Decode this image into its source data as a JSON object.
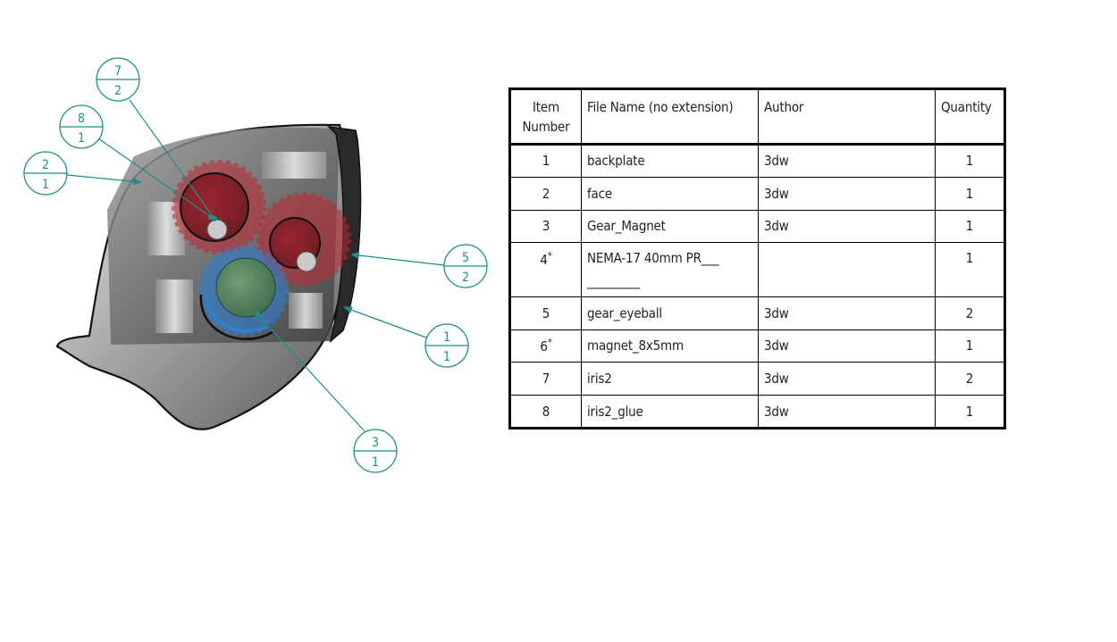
{
  "table": {
    "headers": {
      "item": "Item Number",
      "file_name": "File Name (no extension)",
      "author": "Author",
      "quantity": "Quantity"
    },
    "rows": [
      {
        "item": "1",
        "file_name": "backplate",
        "author": "3dw",
        "quantity": "1"
      },
      {
        "item": "2",
        "file_name": "face",
        "author": "3dw",
        "quantity": "1"
      },
      {
        "item": "3",
        "file_name": "Gear_Magnet",
        "author": "3dw",
        "quantity": "1"
      },
      {
        "item": "4",
        "item_mark": "*",
        "file_name": "NEMA-17 40mm PR___ _________",
        "author": "",
        "quantity": "1"
      },
      {
        "item": "5",
        "file_name": "gear_eyeball",
        "author": "3dw",
        "quantity": "2"
      },
      {
        "item": "6",
        "item_mark": "*",
        "file_name": "magnet_8x5mm",
        "author": "3dw",
        "quantity": "1"
      },
      {
        "item": "7",
        "file_name": "iris2",
        "author": "3dw",
        "quantity": "2"
      },
      {
        "item": "8",
        "file_name": "iris2_glue",
        "author": "3dw",
        "quantity": "1"
      }
    ]
  },
  "balloons": [
    {
      "item": "7",
      "qty": "2"
    },
    {
      "item": "8",
      "qty": "1"
    },
    {
      "item": "2",
      "qty": "1"
    },
    {
      "item": "5",
      "qty": "2"
    },
    {
      "item": "1",
      "qty": "1"
    },
    {
      "item": "3",
      "qty": "1"
    }
  ],
  "colors": {
    "balloon": "#1a8f8c",
    "gear_red": "#b8232e",
    "gear_blue": "#2f7fd0",
    "eyeball_green": "#5c8a66",
    "body_gray": "#8a8a8a"
  }
}
